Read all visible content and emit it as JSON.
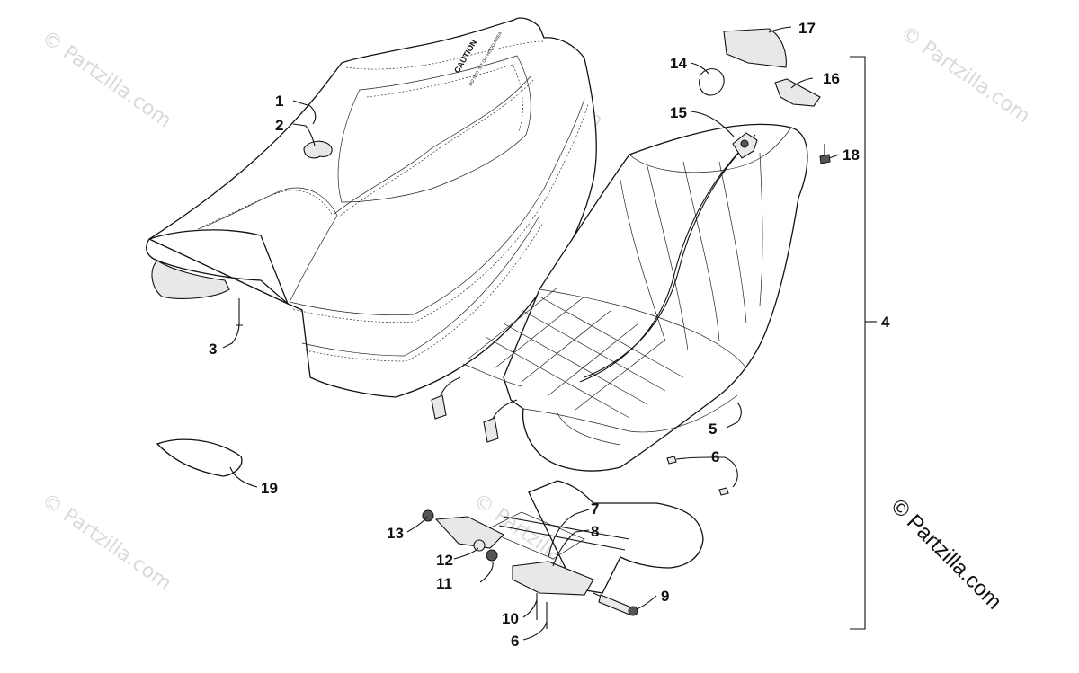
{
  "watermark": {
    "text": "© Partzilla.com",
    "copyright_text": "© Partzilla.com"
  },
  "seat": {
    "caution_line1": "CAUTION",
    "caution_line2": "DO NOT SIT ON HOOD AREA"
  },
  "callouts": {
    "c1": "1",
    "c2": "2",
    "c3": "3",
    "c4": "4",
    "c5": "5",
    "c6a": "6",
    "c6b": "6",
    "c7": "7",
    "c8": "8",
    "c9": "9",
    "c10": "10",
    "c11": "11",
    "c12": "12",
    "c13": "13",
    "c14": "14",
    "c15": "15",
    "c16": "16",
    "c17": "17",
    "c18": "18",
    "c19": "19"
  }
}
